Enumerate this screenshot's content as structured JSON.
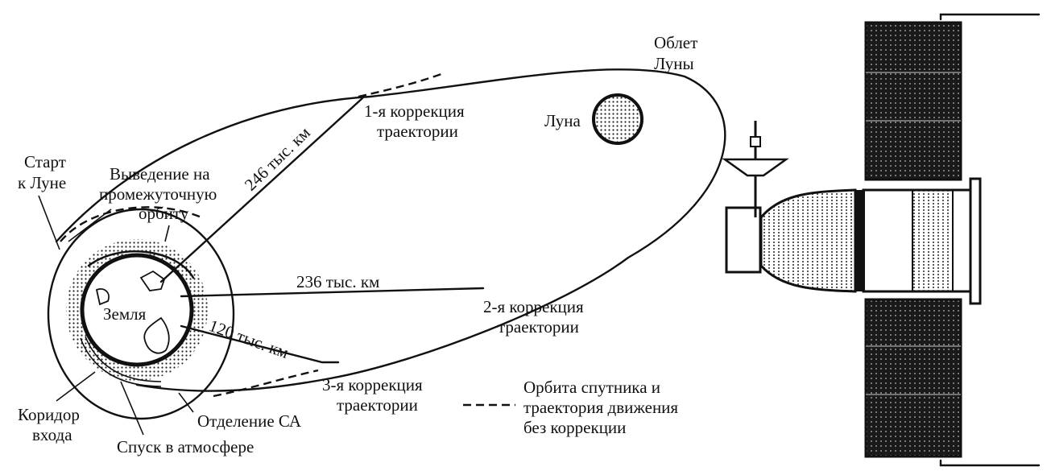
{
  "diagram": {
    "title_labels": {
      "moon_flyby": [
        "Облет",
        "Луны"
      ],
      "moon": "Луна",
      "earth": "Земля",
      "start_to_moon": [
        "Старт",
        "к Луне"
      ],
      "parking_orbit_insertion": [
        "Выведение на",
        "промежуточную",
        "орбиту"
      ],
      "correction_1": [
        "1-я коррекция",
        "траектории"
      ],
      "correction_2": [
        "2-я коррекция",
        "траектории"
      ],
      "correction_3": [
        "3-я коррекция",
        "траектории"
      ],
      "entry_corridor": [
        "Коридор",
        "входа"
      ],
      "atmospheric_descent": "Спуск в атмосфере",
      "capsule_separation": "Отделение СА"
    },
    "distances": {
      "correction_1": "246 тыс. км",
      "correction_2": "236 тыс. км",
      "correction_3": "120 тыс. км"
    },
    "legend": {
      "dashed_line": [
        "Орбита спутника и",
        "траектория движения",
        "без коррекции"
      ]
    },
    "spacecraft": {
      "icon": "spacecraft-illustration"
    }
  }
}
